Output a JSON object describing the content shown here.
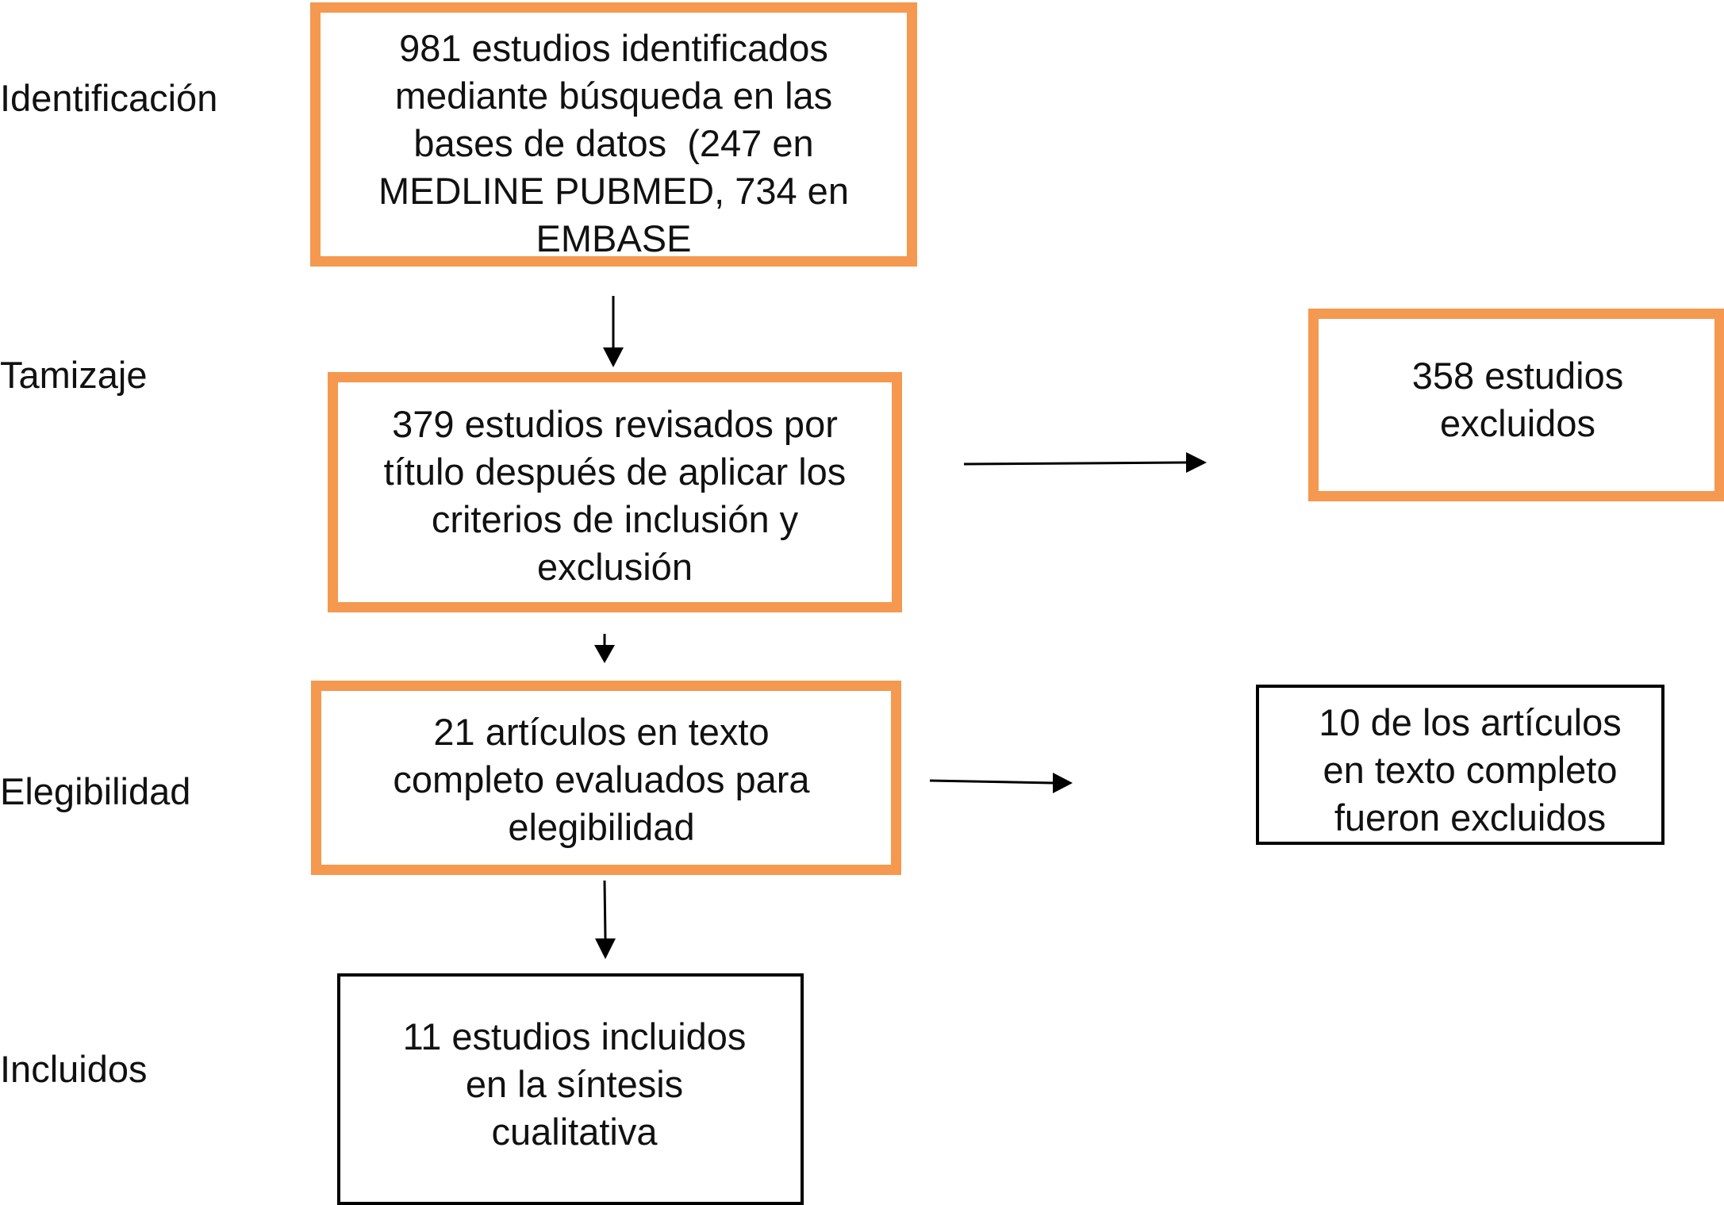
{
  "stages": {
    "identificacion": "Identificación",
    "tamizaje": "Tamizaje",
    "elegibilidad": "Elegibilidad",
    "incluidos": "Incluidos"
  },
  "boxes": {
    "identified": "981 estudios identificados\nmediante búsqueda en las\nbases de datos  (247 en\nMEDLINE PUBMED, 734 en\nEMBASE",
    "screened": "379 estudios revisados por\ntítulo después de aplicar los\ncriterios de inclusión y\nexclusión",
    "excluded_screening": "358 estudios\nexcluidos",
    "fulltext": "21 artículos en texto\ncompleto evaluados para\nelegibilidad",
    "excluded_fulltext": "10 de los artículos\nen texto completo\nfueron excluidos",
    "included": "11 estudios incluidos\nen la síntesis\ncualitativa"
  },
  "colors": {
    "accent_border": "#f4994f",
    "plain_border": "#000000",
    "arrow": "#000000"
  }
}
